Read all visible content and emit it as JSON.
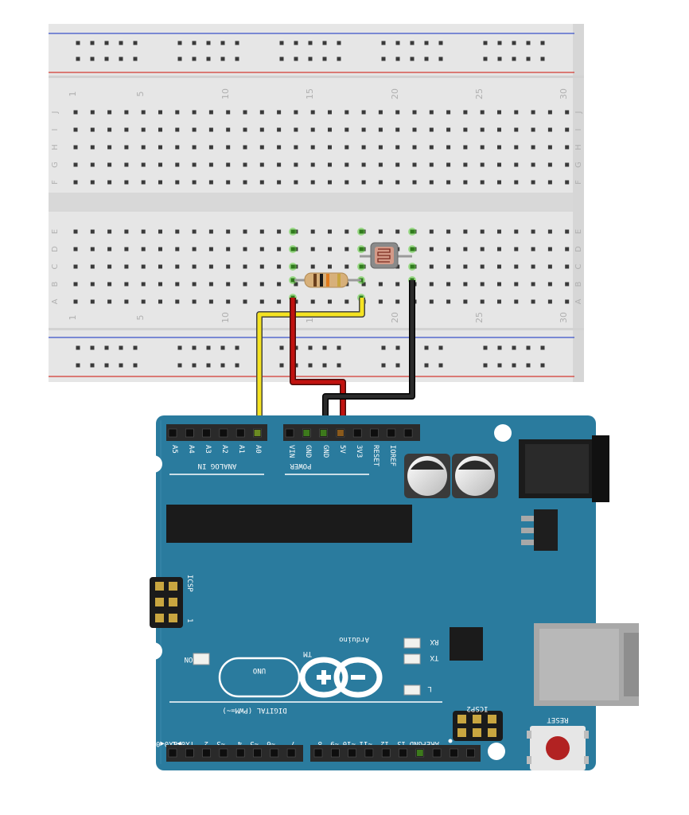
{
  "breadboard": {
    "column_numbers": [
      "1",
      "5",
      "10",
      "15",
      "20",
      "25",
      "30"
    ],
    "row_letters_top": [
      "J",
      "I",
      "H",
      "G",
      "F"
    ],
    "row_letters_bottom": [
      "E",
      "D",
      "C",
      "B",
      "A"
    ]
  },
  "arduino": {
    "analog_pins": [
      "A5",
      "A4",
      "A3",
      "A2",
      "A1",
      "A0"
    ],
    "analog_header": "ANALOG IN",
    "power_pins": [
      "VIN",
      "GND",
      "GND",
      "5V",
      "3V3",
      "RESET",
      "IOREF"
    ],
    "power_header": "POWER",
    "digital_pins_low": [
      "RX0◀0",
      "TX0▶1",
      "2",
      "~3",
      "4",
      "~5",
      "~6",
      "7"
    ],
    "digital_pins_high": [
      "8",
      "~9",
      "~10",
      "~11",
      "12",
      "13",
      "GND",
      "AREF"
    ],
    "digital_header": "DIGITAL (PWM=~)",
    "icsp_label": "ICSP",
    "icsp2_label": "ICSP2",
    "icsp_pin": "1",
    "on_label": "ON",
    "led_rx": "RX",
    "led_tx": "TX",
    "led_l": "L",
    "brand": "Arduino",
    "tm": "TM",
    "model": "UNO",
    "reset_label": "RESET"
  },
  "colors": {
    "board": "#2a7b9e",
    "wire_yellow": "#f5e322",
    "wire_red": "#c1120f",
    "wire_black": "#1a1a1a",
    "rail_blue": "#3a52c9",
    "rail_red": "#d23a32",
    "active_hole": "#5ecf3c"
  }
}
